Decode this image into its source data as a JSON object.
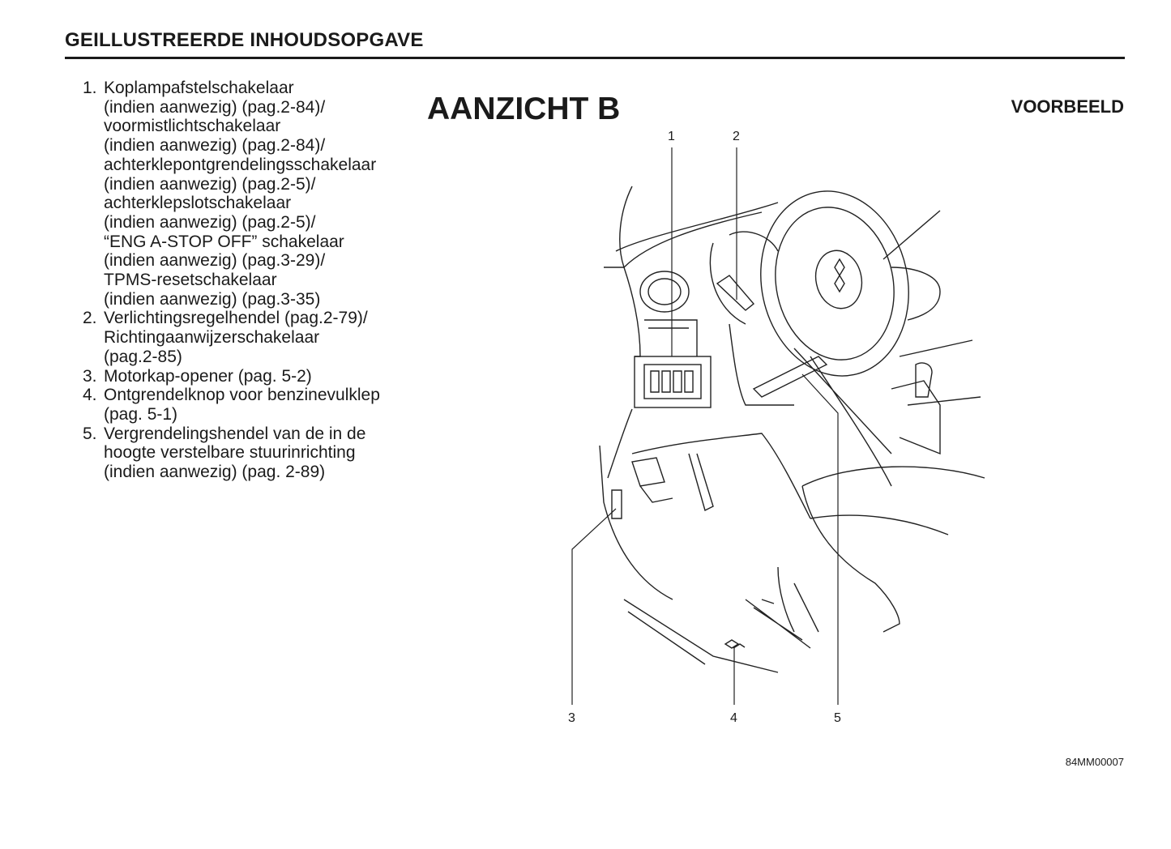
{
  "header": {
    "title": "GEILLUSTREERDE INHOUDSOPGAVE"
  },
  "view_title": "AANZICHT B",
  "example_label": "VOORBEELD",
  "items": [
    {
      "number": "1.",
      "text": "Koplampafstelschakelaar\n(indien aanwezig) (pag.2-84)/\nvoormistlichtschakelaar\n(indien aanwezig) (pag.2-84)/\nachterklepontgrendelingsschakelaar\n(indien aanwezig) (pag.2-5)/\nachterklepslotschakelaar\n(indien aanwezig) (pag.2-5)/\n“ENG A-STOP OFF” schakelaar\n(indien aanwezig) (pag.3-29)/\nTPMS-resetschakelaar\n(indien aanwezig) (pag.3-35)"
    },
    {
      "number": "2.",
      "text": "Verlichtingsregelhendel (pag.2-79)/\nRichtingaanwijzerschakelaar\n(pag.2-85)"
    },
    {
      "number": "3.",
      "text": "Motorkap-opener (pag. 5-2)"
    },
    {
      "number": "4.",
      "text": "Ontgrendelknop  voor  benzinevulklep\n(pag. 5-1)"
    },
    {
      "number": "5.",
      "text": "Vergrendelingshendel van de in de\nhoogte verstelbare stuurinrichting\n(indien aanwezig) (pag. 2-89)"
    }
  ],
  "callouts": [
    "1",
    "2",
    "3",
    "4",
    "5"
  ],
  "figure_code": "84MM00007"
}
